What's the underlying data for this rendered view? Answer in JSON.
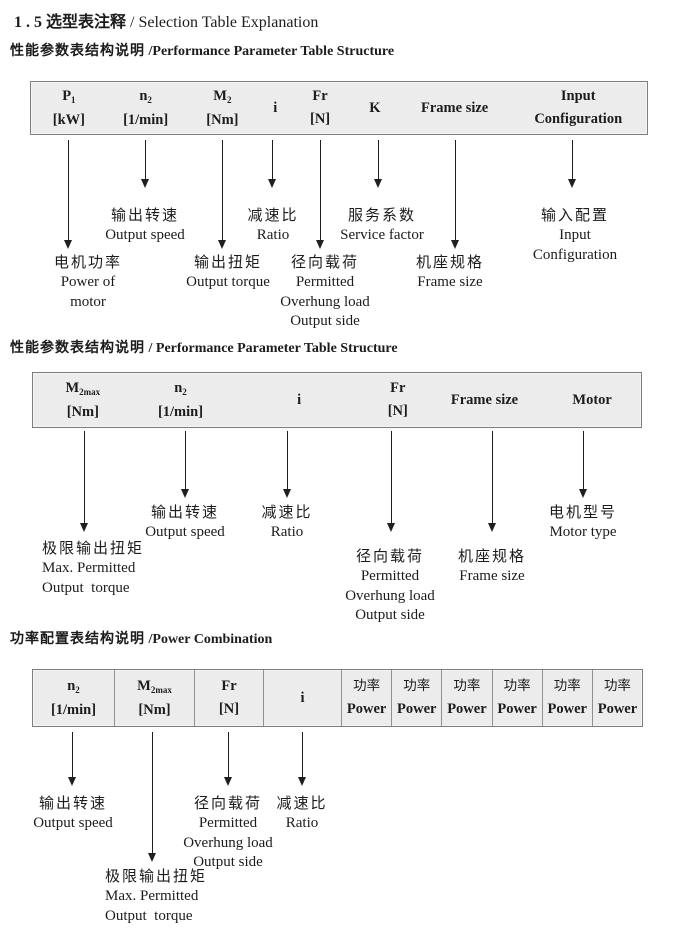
{
  "title": {
    "num": "1 . 5",
    "zh": "选型表注释",
    "sep": "/",
    "en": "Selection Table Explanation"
  },
  "section1": {
    "heading": {
      "zh": "性能参数表结构说明",
      "sep": "/",
      "en": "Performance Parameter Table Structure"
    },
    "table": {
      "p1_sym": "P",
      "p1_sub": "1",
      "p1_unit": "[kW]",
      "n2_sym": "n",
      "n2_sub": "2",
      "n2_unit": "[1/min]",
      "m2_sym": "M",
      "m2_sub": "2",
      "m2_unit": "[Nm]",
      "i": "i",
      "fr_sym": "Fr",
      "fr_unit": "[N]",
      "k": "K",
      "frame": "Frame size",
      "input_line1": "Input",
      "input_line2": "Configuration"
    },
    "callouts": {
      "p1": {
        "zh": "电机功率",
        "en1": "Power of",
        "en2": "motor"
      },
      "n2": {
        "zh": "输出转速",
        "en": "Output speed"
      },
      "m2": {
        "zh": "输出扭矩",
        "en": "Output torque"
      },
      "i": {
        "zh": "减速比",
        "en": "Ratio"
      },
      "fr": {
        "zh": "径向载荷",
        "en1": "Permitted",
        "en2": "Overhung load",
        "en3": "Output side"
      },
      "k": {
        "zh": "服务系数",
        "en": "Service factor"
      },
      "frame": {
        "zh": "机座规格",
        "en": "Frame size"
      },
      "input": {
        "zh": "输入配置",
        "en1": "Input",
        "en2": "Configuration"
      }
    }
  },
  "section2": {
    "heading": {
      "zh": "性能参数表结构说明",
      "sep": "/",
      "en": "Performance Parameter Table Structure"
    },
    "table": {
      "m2max_sym": "M",
      "m2max_sub": "2max",
      "m2max_unit": "[Nm]",
      "n2_sym": "n",
      "n2_sub": "2",
      "n2_unit": "[1/min]",
      "i": "i",
      "fr_sym": "Fr",
      "fr_unit": "[N]",
      "frame": "Frame size",
      "motor": "Motor"
    },
    "callouts": {
      "m2max": {
        "zh": "极限输出扭矩",
        "en1": "Max. Permitted",
        "en2": "Output  torque"
      },
      "n2": {
        "zh": "输出转速",
        "en": "Output speed"
      },
      "i": {
        "zh": "减速比",
        "en": "Ratio"
      },
      "fr": {
        "zh": "径向载荷",
        "en1": "Permitted",
        "en2": "Overhung load",
        "en3": "Output side"
      },
      "frame": {
        "zh": "机座规格",
        "en": "Frame size"
      },
      "motor": {
        "zh": "电机型号",
        "en": "Motor type"
      }
    }
  },
  "section3": {
    "heading": {
      "zh": "功率配置表结构说明",
      "sep": "/",
      "en": "Power Combination"
    },
    "table": {
      "n2_sym": "n",
      "n2_sub": "2",
      "n2_unit": "[1/min]",
      "m2max_sym": "M",
      "m2max_sub": "2max",
      "m2max_unit": "[Nm]",
      "fr_sym": "Fr",
      "fr_unit": "[N]",
      "i": "i",
      "power_zh": "功率",
      "power_en": "Power"
    },
    "callouts": {
      "n2": {
        "zh": "输出转速",
        "en": "Output speed"
      },
      "m2max": {
        "zh": "极限输出扭矩",
        "en1": "Max. Permitted",
        "en2": "Output  torque"
      },
      "fr": {
        "zh": "径向载荷",
        "en1": "Permitted",
        "en2": "Overhung load",
        "en3": "Output side"
      },
      "i": {
        "zh": "减速比",
        "en": "Ratio"
      }
    }
  }
}
